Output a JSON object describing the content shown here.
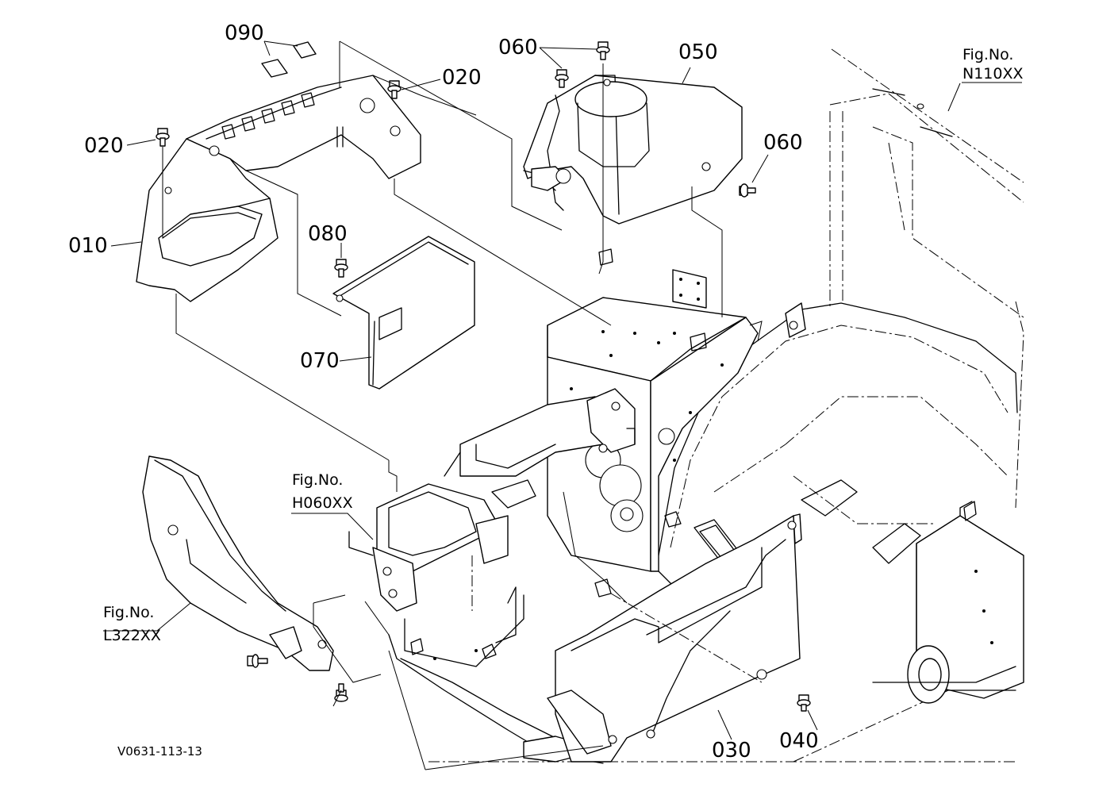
{
  "diagram": {
    "drawing_code": "V0631-113-13",
    "callouts": [
      {
        "id": "c010",
        "label": "010"
      },
      {
        "id": "c020a",
        "label": "020"
      },
      {
        "id": "c020b",
        "label": "020"
      },
      {
        "id": "c030",
        "label": "030"
      },
      {
        "id": "c040",
        "label": "040"
      },
      {
        "id": "c050",
        "label": "050"
      },
      {
        "id": "c060a",
        "label": "060"
      },
      {
        "id": "c060b",
        "label": "060"
      },
      {
        "id": "c070",
        "label": "070"
      },
      {
        "id": "c080",
        "label": "080"
      },
      {
        "id": "c090",
        "label": "090"
      }
    ],
    "figure_refs": [
      {
        "id": "n110",
        "title": "Fig.No.",
        "code": "N110XX"
      },
      {
        "id": "h060",
        "title": "Fig.No.",
        "code": "H060XX"
      },
      {
        "id": "l322",
        "title": "Fig.No.",
        "code": "L322XX"
      }
    ]
  }
}
